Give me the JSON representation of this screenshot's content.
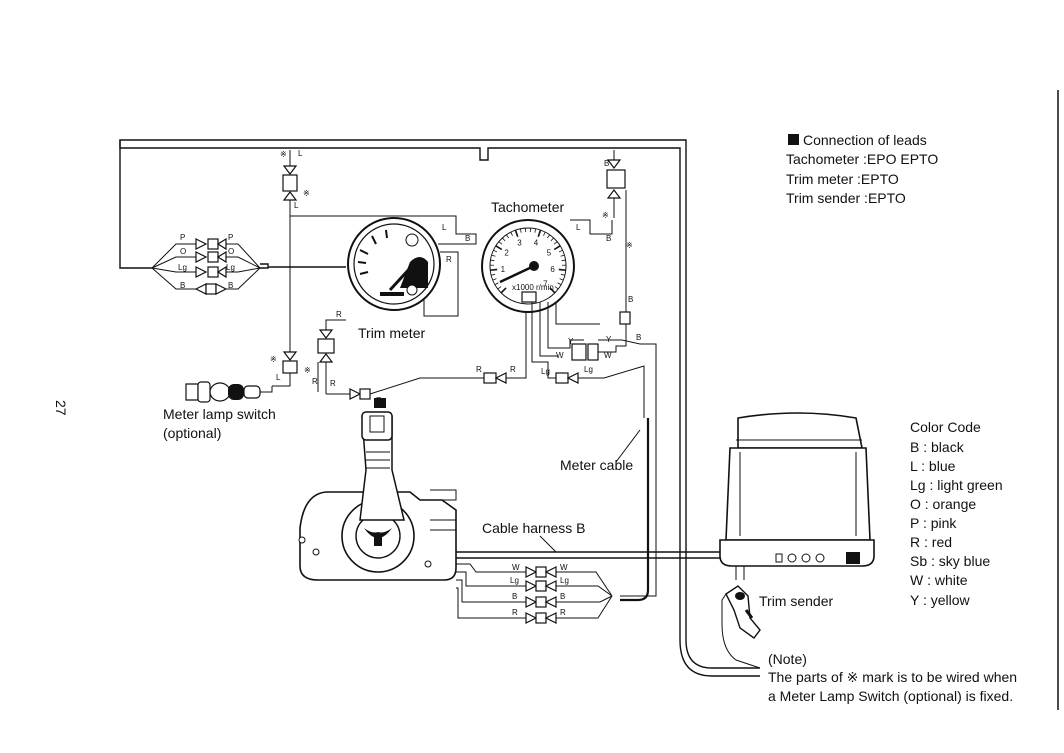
{
  "page_number": "27",
  "legend_leads": {
    "title": "Connection of leads",
    "rows": [
      "Tachometer :EPO EPTO",
      "Trim meter   :EPTO",
      "Trim sender :EPTO"
    ]
  },
  "color_code": {
    "title": "Color Code",
    "entries": [
      "B  : black",
      "L  : blue",
      "Lg : light green",
      "O  : orange",
      "P  : pink",
      "R  : red",
      "Sb : sky blue",
      "W  : white",
      "Y  : yellow"
    ]
  },
  "component_labels": {
    "tachometer": "Tachometer",
    "trim_meter": "Trim meter",
    "meter_lamp_switch": "Meter lamp switch",
    "meter_lamp_switch_note": "(optional)",
    "meter_cable": "Meter cable",
    "cable_harness": "Cable harness B",
    "trim_sender": "Trim sender"
  },
  "note": {
    "title": "(Note)",
    "lines": [
      "The parts of ※ mark is to be wired when",
      "a Meter Lamp Switch (optional) is fixed."
    ]
  },
  "wire_tags": {
    "harness_left": [
      "P",
      "O",
      "Lg",
      "B"
    ],
    "harness_right": [
      "P",
      "O",
      "Lg",
      "B"
    ],
    "bottom_left": [
      "W",
      "Lg",
      "B",
      "R"
    ],
    "bottom_right": [
      "W",
      "Lg",
      "B",
      "R"
    ],
    "L": "L",
    "B": "B",
    "R": "R",
    "Y": "Y",
    "W": "W",
    "Lg": "Lg",
    "mark": "※"
  },
  "tacho_scale": [
    "1",
    "2",
    "3",
    "4",
    "5",
    "6",
    "7"
  ],
  "tacho_face_text": "x1000 r/min"
}
